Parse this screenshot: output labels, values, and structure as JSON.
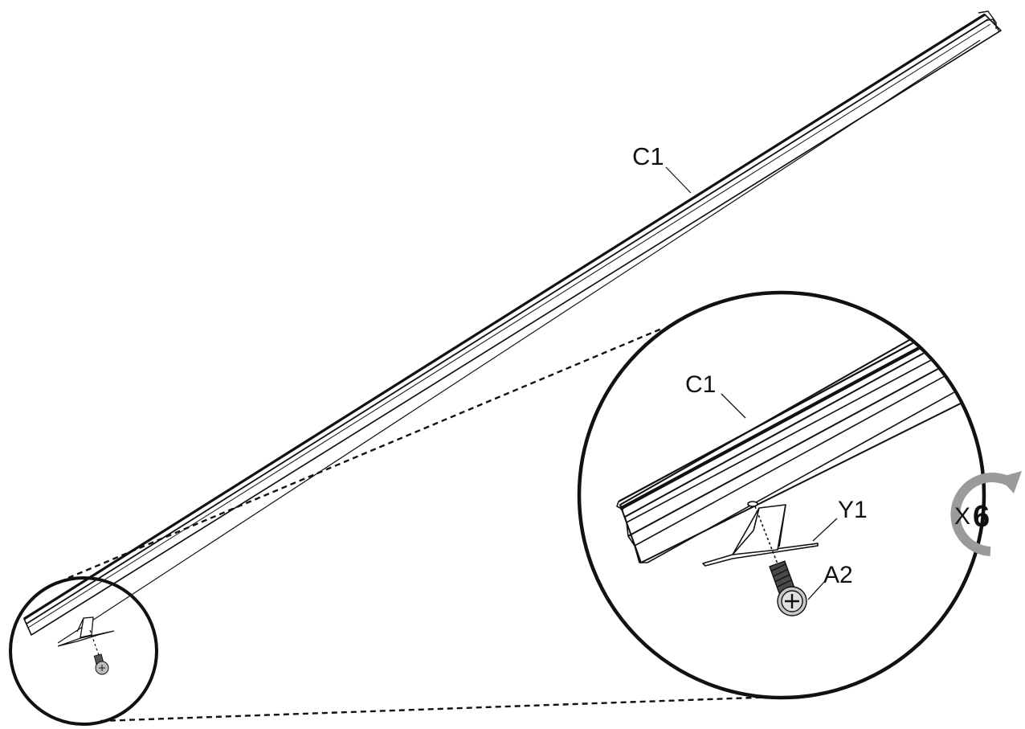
{
  "diagram": {
    "labels": {
      "rail_main": "C1",
      "rail_zoom": "C1",
      "bracket": "Y1",
      "screw": "A2"
    },
    "repeat": {
      "prefix": "X",
      "count": "6"
    },
    "colors": {
      "line": "#111111",
      "arrow": "#9a9a9a",
      "background": "#ffffff"
    },
    "icons": {
      "repeat": "circular-arrow-icon",
      "screw": "phillips-screw-icon"
    }
  }
}
